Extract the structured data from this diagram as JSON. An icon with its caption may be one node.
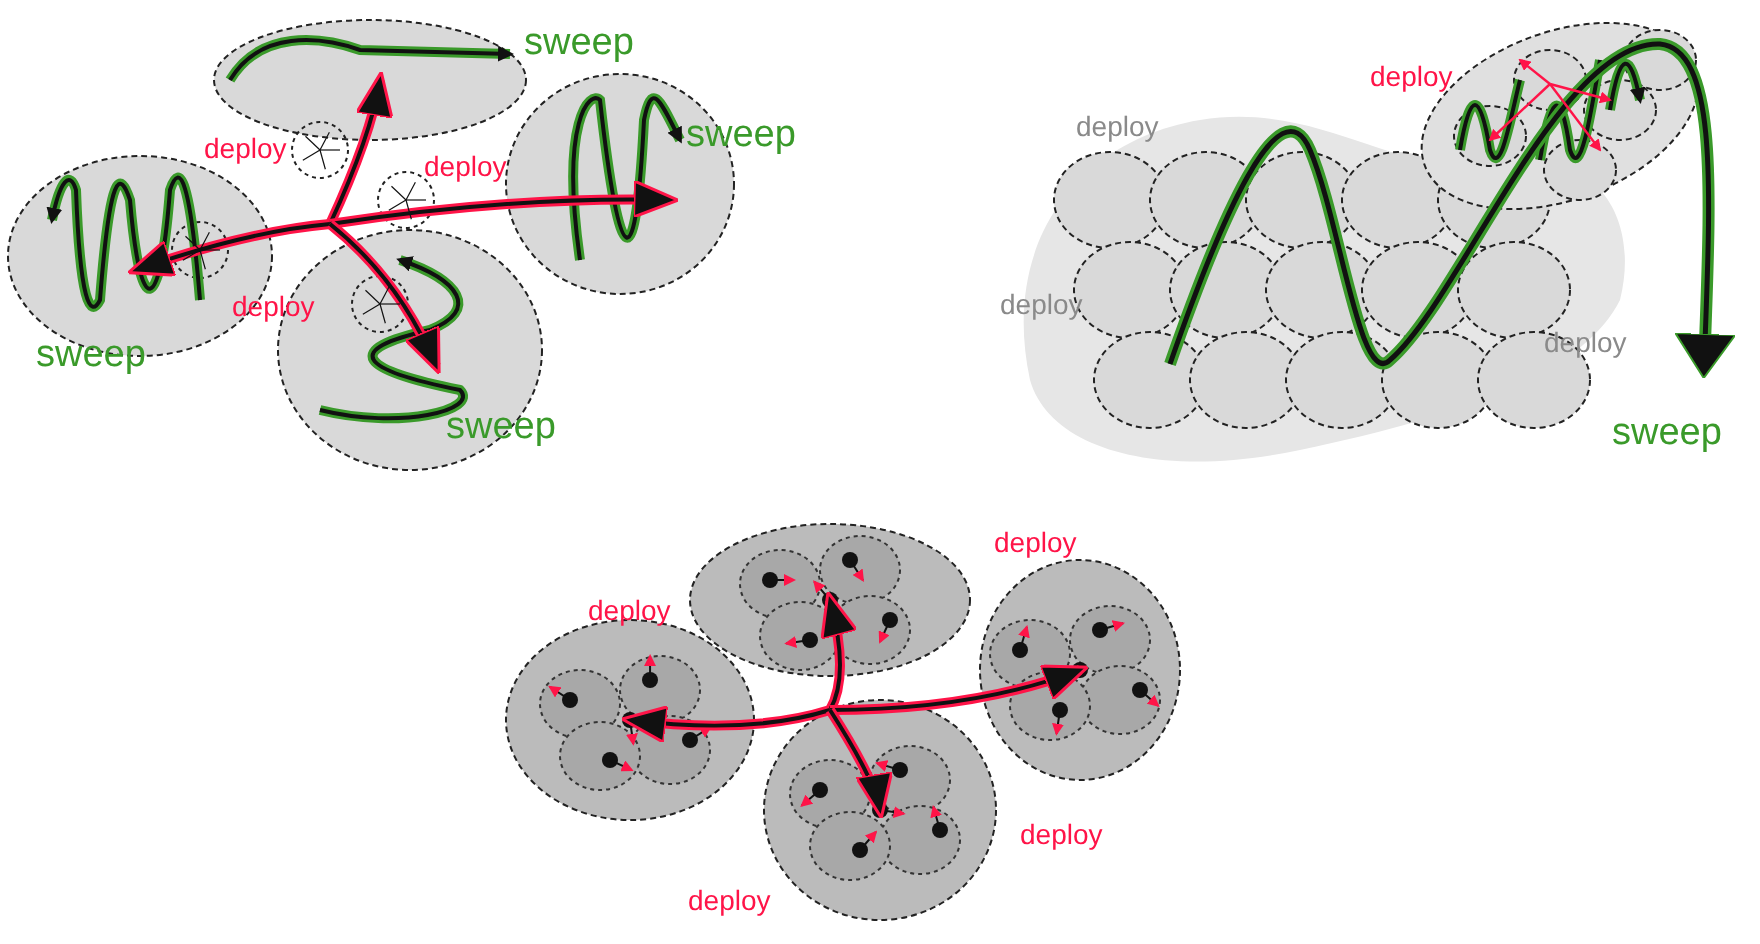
{
  "diagram": {
    "labels": [
      "sweep",
      "sweep",
      "deploy",
      "deploy",
      "deploy",
      "sweep",
      "sweep",
      "deploy",
      "deploy",
      "deploy",
      "deploy",
      "sweep",
      "deploy",
      "deploy",
      "deploy",
      "deploy"
    ]
  }
}
